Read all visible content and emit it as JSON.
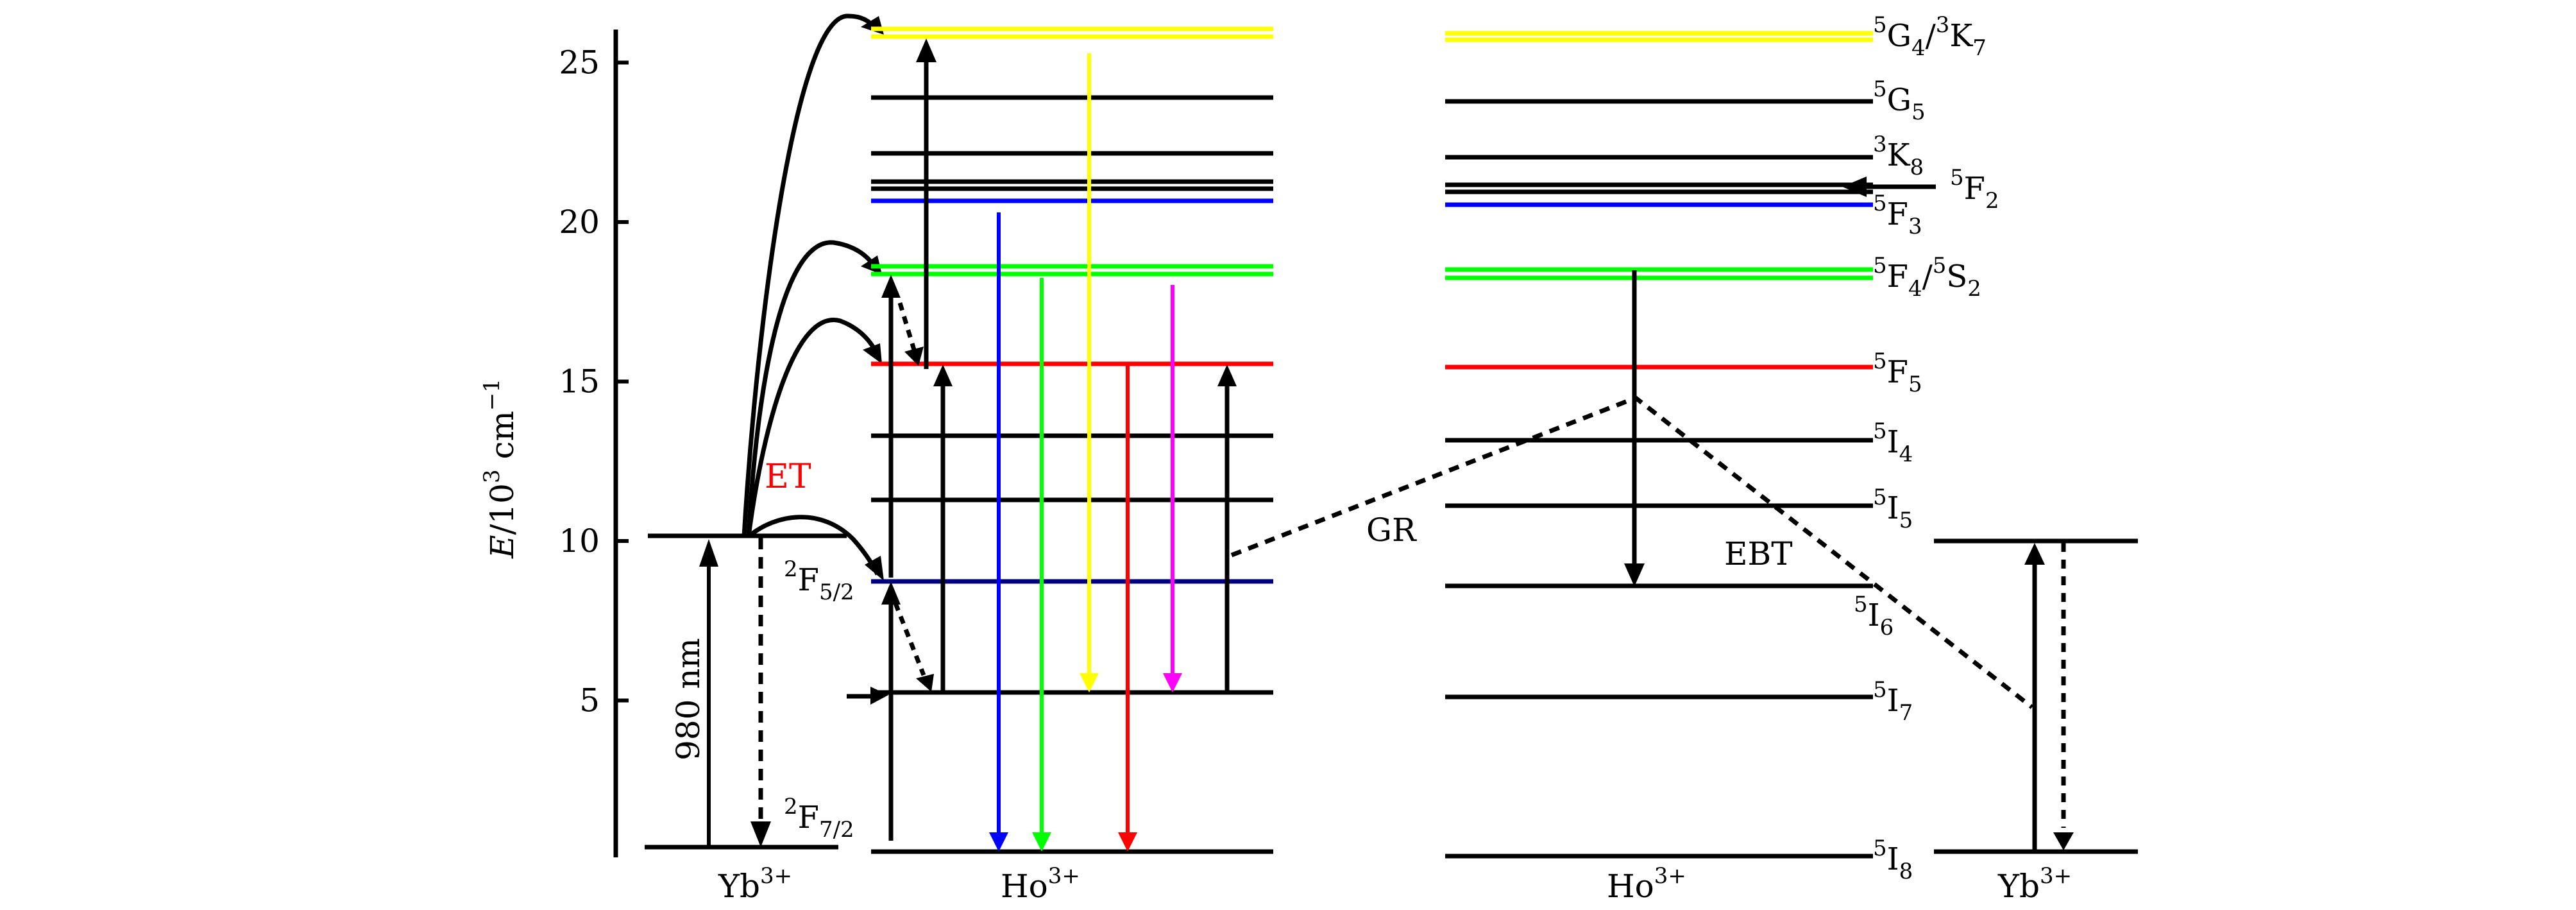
{
  "figure": {
    "y_axis": {
      "label_main": "E",
      "label_unit": "/10",
      "label_exp": "3",
      "label_cm": " cm",
      "label_cm_exp": "−1",
      "ticks": [
        5,
        10,
        15,
        20,
        25
      ],
      "range": [
        0,
        26.2
      ]
    },
    "ions": {
      "yb_left": "Yb",
      "ho_middle": "Ho",
      "ho_right": "Ho",
      "yb_right": "Yb",
      "charge": "3+"
    },
    "annotations": {
      "et": "ET",
      "gr": "GR",
      "ebt": "EBT",
      "pump": "980 nm"
    },
    "colors": {
      "yellow": "#ffff00",
      "green": "#00ff00",
      "red": "#ff0000",
      "blue": "#0000ff",
      "navy": "#000080",
      "magenta": "#ff00ff",
      "black": "#000000"
    },
    "yb_levels": [
      {
        "term": "2F7/2",
        "sup": "2",
        "base": "F",
        "sub": "7/2",
        "energy": 0.3
      },
      {
        "term": "2F5/2",
        "sup": "2",
        "base": "F",
        "sub": "5/2",
        "energy": 10.2
      }
    ],
    "ho_levels": [
      {
        "term": "5I8",
        "sup": "5",
        "base": "I",
        "sub": "8",
        "energy": 0.0,
        "color": "black"
      },
      {
        "term": "5I7",
        "sup": "5",
        "base": "I",
        "sub": "7",
        "energy": 5.1,
        "color": "black"
      },
      {
        "term": "5I6",
        "sup": "5",
        "base": "I",
        "sub": "6",
        "energy": 8.5,
        "color": "navy_mid"
      },
      {
        "term": "5I5",
        "sup": "5",
        "base": "I",
        "sub": "5",
        "energy": 11.1,
        "color": "black"
      },
      {
        "term": "5I4",
        "sup": "5",
        "base": "I",
        "sub": "4",
        "energy": 13.1,
        "color": "black"
      },
      {
        "term": "5F5",
        "sup": "5",
        "base": "F",
        "sub": "5",
        "energy": 15.5,
        "color": "red"
      },
      {
        "term": "5F4/5S2",
        "sup": "5",
        "base": "F",
        "sub": "4",
        "sup2": "5",
        "base2": "S",
        "sub2": "2",
        "energy": 18.4,
        "color": "green",
        "double": true
      },
      {
        "term": "5F3",
        "sup": "5",
        "base": "F",
        "sub": "3",
        "energy": 20.6,
        "color": "blue"
      },
      {
        "term": "5F2",
        "sup": "5",
        "base": "F",
        "sub": "2",
        "energy": 21.1,
        "color": "black",
        "double": true
      },
      {
        "term": "3K8",
        "sup": "3",
        "base": "K",
        "sub": "8",
        "energy": 22.1,
        "color": "black"
      },
      {
        "term": "5G5",
        "sup": "5",
        "base": "G",
        "sub": "5",
        "energy": 23.9,
        "color": "black"
      },
      {
        "term": "5G4/3K7",
        "sup": "5",
        "base": "G",
        "sub": "4",
        "sup2": "3",
        "base2": "K",
        "sub2": "7",
        "energy": 25.9,
        "color": "yellow",
        "double": true
      }
    ],
    "emissions": [
      {
        "name": "blue-emission",
        "from": "5F3",
        "to": "5I8",
        "color": "blue"
      },
      {
        "name": "green-emission",
        "from": "5F4/5S2",
        "to": "5I8",
        "color": "green"
      },
      {
        "name": "yellow-emission",
        "from": "5G4/3K7",
        "to": "5I7",
        "color": "yellow"
      },
      {
        "name": "red-emission",
        "from": "5F5",
        "to": "5I8",
        "color": "red"
      },
      {
        "name": "magenta-emission",
        "from": "5F4/5S2",
        "to": "5I7",
        "color": "magenta"
      }
    ]
  }
}
